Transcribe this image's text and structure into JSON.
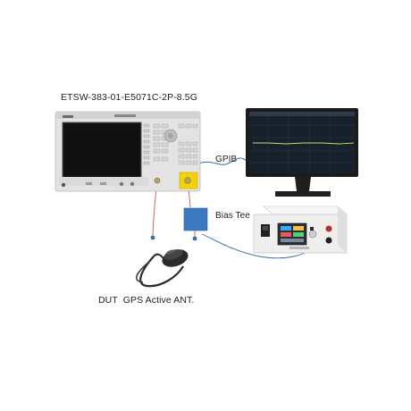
{
  "diagram": {
    "title": "ETSW-383-01-E5071C-2P-8.5G",
    "labels": {
      "gpib": "GPIB",
      "bias_tee": "Bias Tee",
      "dut": "DUT  GPS Active ANT."
    }
  },
  "colors": {
    "background": "#ffffff",
    "analyzer_body": "#e3e3e3",
    "analyzer_screen": "#101010",
    "monitor_bezel": "#1b1b1b",
    "monitor_screen": "#17212b",
    "trace": "#cfd86a",
    "bias_tee_box": "#3b78bf",
    "rf_cable": "#d45050",
    "gpib_cable": "#3a6fa8",
    "power_supply_body": "#eeeeee",
    "antenna": "#2a2a2a"
  },
  "icons": [
    "network-analyzer-icon",
    "monitor-icon",
    "bias-tee-icon",
    "power-supply-icon",
    "gps-antenna-icon"
  ]
}
